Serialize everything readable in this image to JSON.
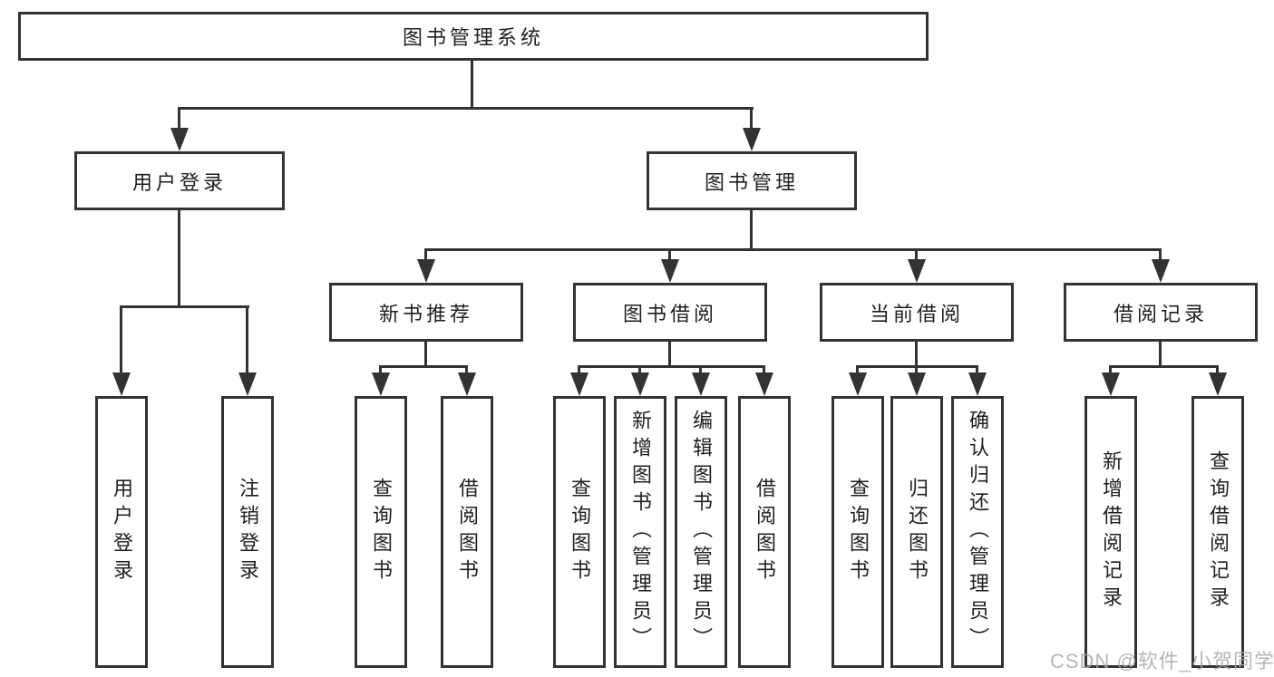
{
  "diagram": {
    "root": {
      "label": "图书管理系统"
    },
    "level2": [
      {
        "label": "用户登录"
      },
      {
        "label": "图书管理"
      }
    ],
    "level3": [
      {
        "label": "新书推荐"
      },
      {
        "label": "图书借阅"
      },
      {
        "label": "当前借阅"
      },
      {
        "label": "借阅记录"
      }
    ],
    "leaves": {
      "user_login": [
        "用户登录",
        "注销登录"
      ],
      "new_book": [
        "查询图书",
        "借阅图书"
      ],
      "book_borrow": [
        "查询图书",
        "新增图书（管理员）",
        "编辑图书（管理员）",
        "借阅图书"
      ],
      "current_borrow": [
        "查询图书",
        "归还图书",
        "确认归还（管理员）"
      ],
      "borrow_record": [
        "新增借阅记录",
        "查询借阅记录"
      ]
    }
  },
  "watermark": {
    "text": "CSDN @软件_小贺同学"
  },
  "colors": {
    "line": "#333333",
    "box_background": "#ffffff",
    "text": "#1f1f1f",
    "watermark_text": "#aaaaaa",
    "page_background": "#ffffff"
  }
}
